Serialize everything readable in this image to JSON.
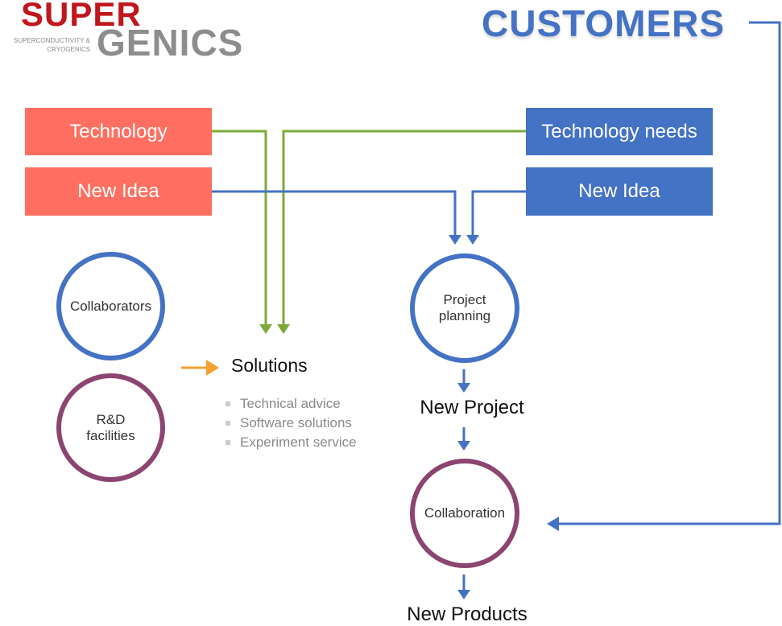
{
  "logo": {
    "super": "SUPER",
    "genics": "GENICS",
    "subtitle_line1": "SUPERCONDUCTIVITY &",
    "subtitle_line2": "CRYOGENICS"
  },
  "customers_title": "CUSTOMERS",
  "left_boxes": {
    "technology": "Technology",
    "new_idea": "New Idea"
  },
  "right_boxes": {
    "technology_needs": "Technology needs",
    "new_idea": "New Idea"
  },
  "circles": {
    "collaborators": "Collaborators",
    "rnd_facilities": "R&D\nfacilities",
    "project_planning": "Project\nplanning",
    "collaboration": "Collaboration"
  },
  "solutions": {
    "title": "Solutions",
    "items": [
      "Technical advice",
      "Software solutions",
      "Experiment service"
    ]
  },
  "new_project": "New Project",
  "new_products": "New Products",
  "colors": {
    "red_box": "#ff6f61",
    "blue_box": "#4472c4",
    "green_line": "#7cab3a",
    "blue_line": "#4472c4",
    "purple_circle": "#8b4570",
    "orange_arrow": "#f4a132"
  }
}
